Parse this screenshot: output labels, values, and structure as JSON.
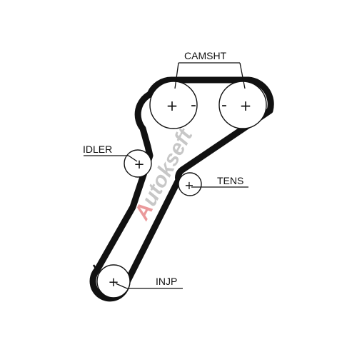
{
  "diagram": {
    "labels": {
      "camshaft": "CAMSHT",
      "idler": "IDLER",
      "tensioner": "TENS",
      "injection_pump": "INJP"
    },
    "symbols": {
      "plus": "+",
      "minus": "-"
    },
    "watermark": "Autokseft",
    "colors": {
      "line": "#111111",
      "background": "#ffffff",
      "watermark_a": "#d9474a",
      "watermark_rest": "#9a9a9a"
    }
  }
}
